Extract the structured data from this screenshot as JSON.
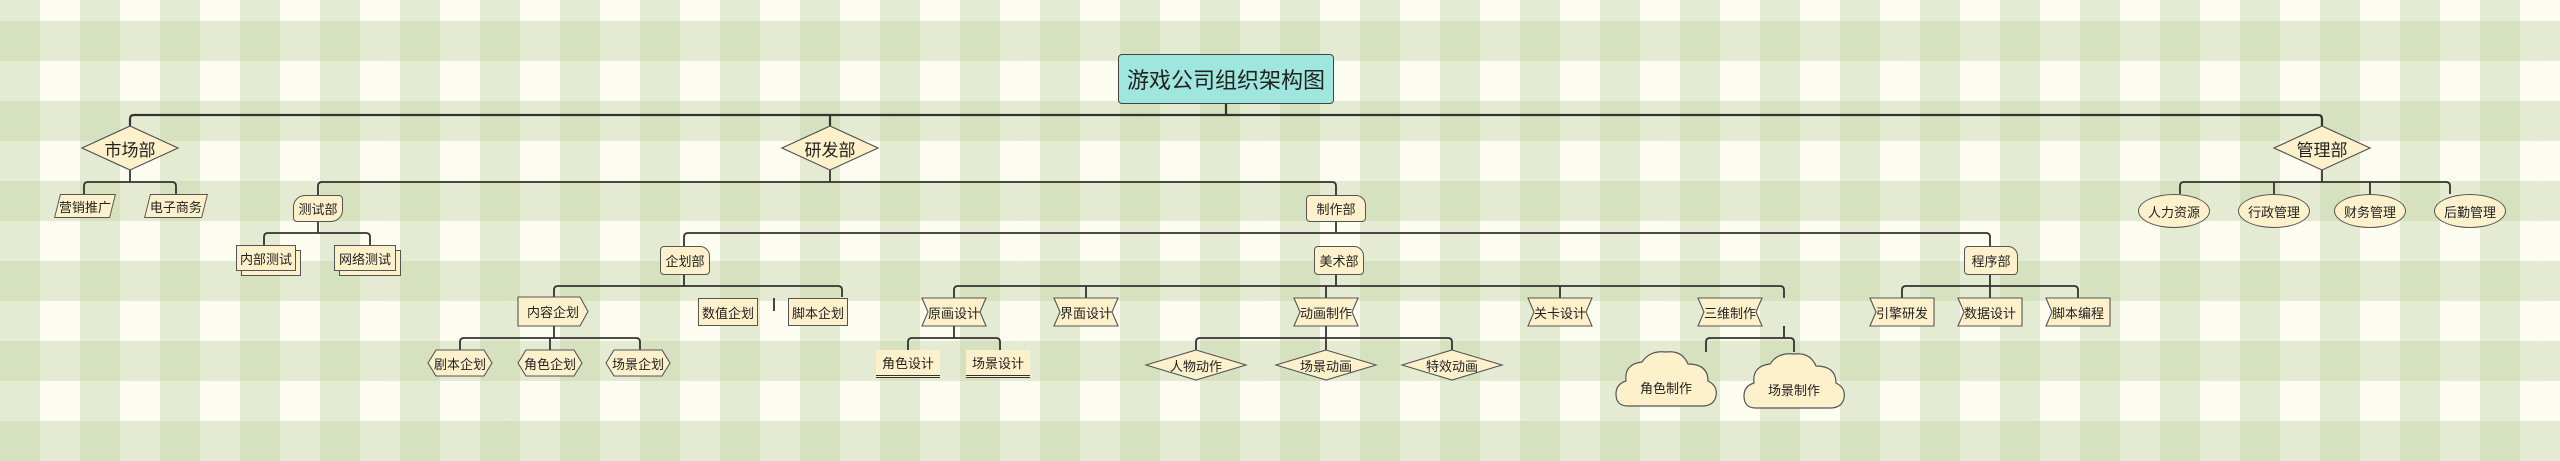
{
  "title": "游戏公司组织架构图",
  "departments": {
    "market": {
      "name": "市场部",
      "children": [
        "营销推广",
        "电子商务"
      ]
    },
    "rnd": {
      "name": "研发部",
      "test": {
        "name": "测试部",
        "children": [
          "内部测试",
          "网络测试"
        ]
      },
      "production": {
        "name": "制作部",
        "planning": {
          "name": "企划部",
          "content": {
            "name": "内容企划",
            "children": [
              "剧本企划",
              "角色企划",
              "场景企划"
            ]
          },
          "numeric": "数值企划",
          "script": "脚本企划"
        },
        "art": {
          "name": "美术部",
          "concept": {
            "name": "原画设计",
            "children": [
              "角色设计",
              "场景设计"
            ]
          },
          "ui": "界面设计",
          "animation": {
            "name": "动画制作",
            "children": [
              "人物动作",
              "场景动画",
              "特效动画"
            ]
          },
          "level": "关卡设计",
          "threed": {
            "name": "三维制作",
            "children": [
              "角色制作",
              "场景制作"
            ]
          }
        },
        "program": {
          "name": "程序部",
          "children": [
            "引擎研发",
            "数据设计",
            "脚本编程"
          ]
        }
      }
    },
    "management": {
      "name": "管理部",
      "children": [
        "人力资源",
        "行政管理",
        "财务管理",
        "后勤管理"
      ]
    }
  },
  "colors": {
    "root_fill": "#9fe6de",
    "node_fill": "#fdf1cc",
    "stroke": "#333333"
  }
}
